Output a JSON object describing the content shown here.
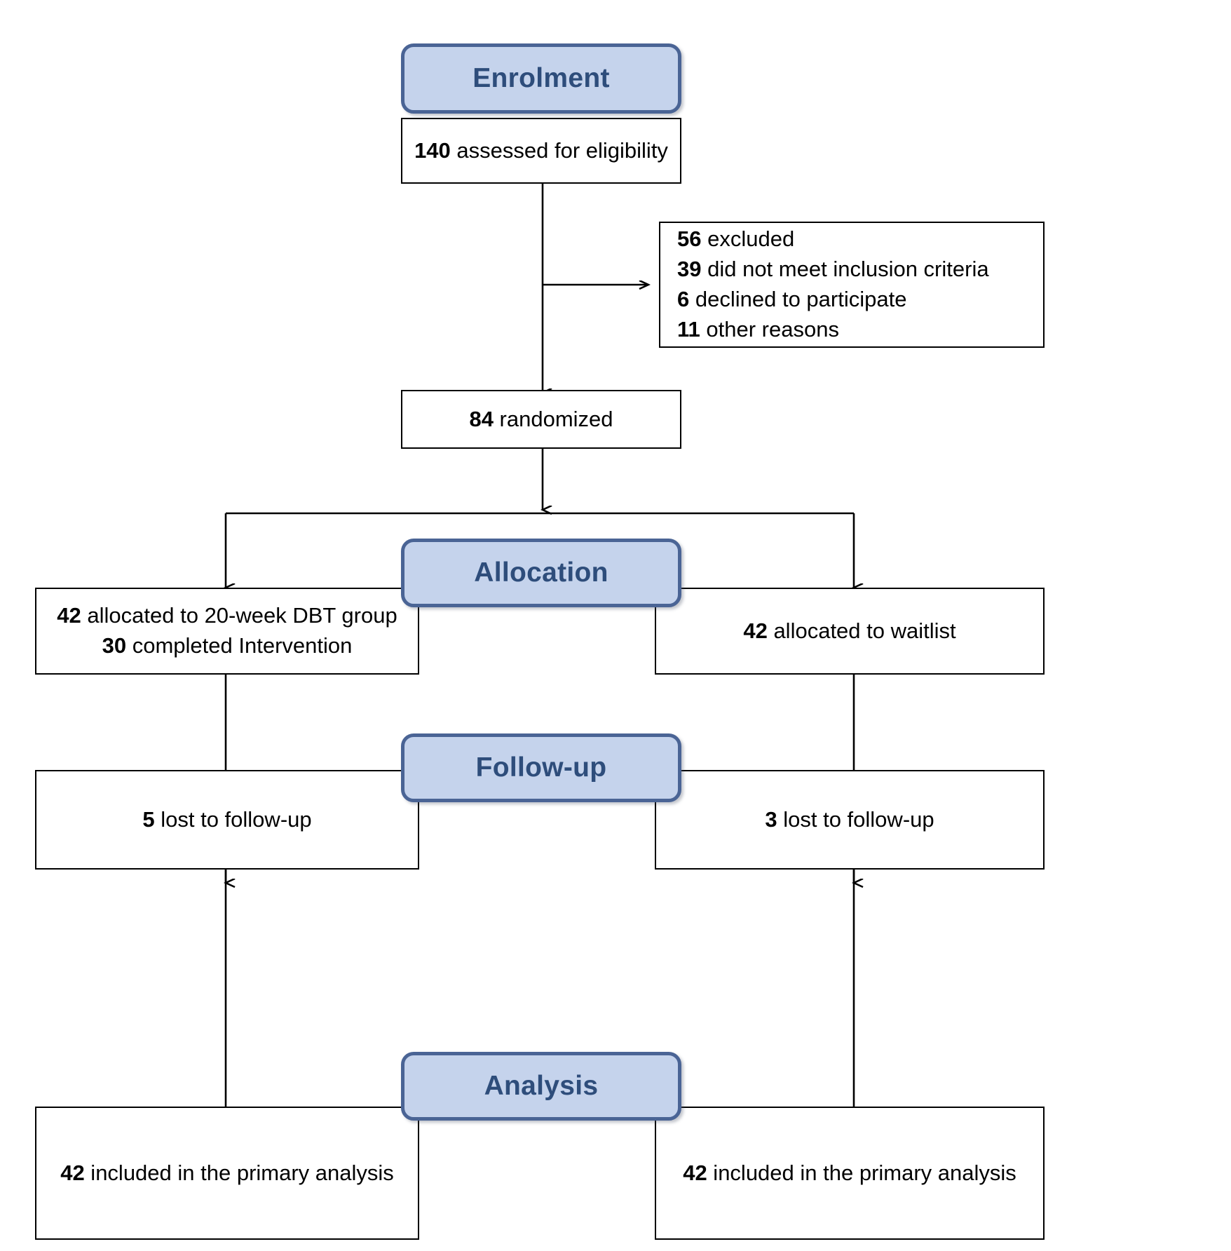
{
  "figure": {
    "type": "consort-flow-diagram",
    "accent_banner_fill": "#c5d3ec",
    "accent_banner_border": "#4a6495",
    "accent_banner_text": "#2e4d7b",
    "box_border": "#000000",
    "box_fill": "#ffffff",
    "connector_color": "#000000"
  },
  "stages": {
    "enrolment": "Enrolment",
    "allocation": "Allocation",
    "followup": "Follow-up",
    "analysis": "Analysis"
  },
  "nodes": {
    "assessed": {
      "lines": [
        {
          "num": "140",
          "text": " assessed for eligibility"
        }
      ]
    },
    "excluded": {
      "lines": [
        {
          "num": "56",
          "text": " excluded"
        },
        {
          "num": "39",
          "text": " did not meet inclusion criteria"
        },
        {
          "num": "6",
          "text": " declined to participate"
        },
        {
          "num": "11",
          "text": " other reasons"
        }
      ]
    },
    "randomized": {
      "lines": [
        {
          "num": "84",
          "text": " randomized"
        }
      ]
    },
    "alloc_left": {
      "lines": [
        {
          "num": "42",
          "text": " allocated to 20-week DBT group"
        },
        {
          "num": "30",
          "text": " completed Intervention"
        }
      ]
    },
    "alloc_right": {
      "lines": [
        {
          "num": "42",
          "text": " allocated to waitlist"
        }
      ]
    },
    "followup_left": {
      "lines": [
        {
          "num": "5",
          "text": " lost to follow-up"
        }
      ]
    },
    "followup_right": {
      "lines": [
        {
          "num": "3",
          "text": " lost to follow-up"
        }
      ]
    },
    "analysis_left": {
      "lines": [
        {
          "num": "42",
          "text": " included in the primary analysis"
        }
      ]
    },
    "analysis_right": {
      "lines": [
        {
          "num": "42",
          "text": " included in the primary analysis"
        }
      ]
    }
  }
}
